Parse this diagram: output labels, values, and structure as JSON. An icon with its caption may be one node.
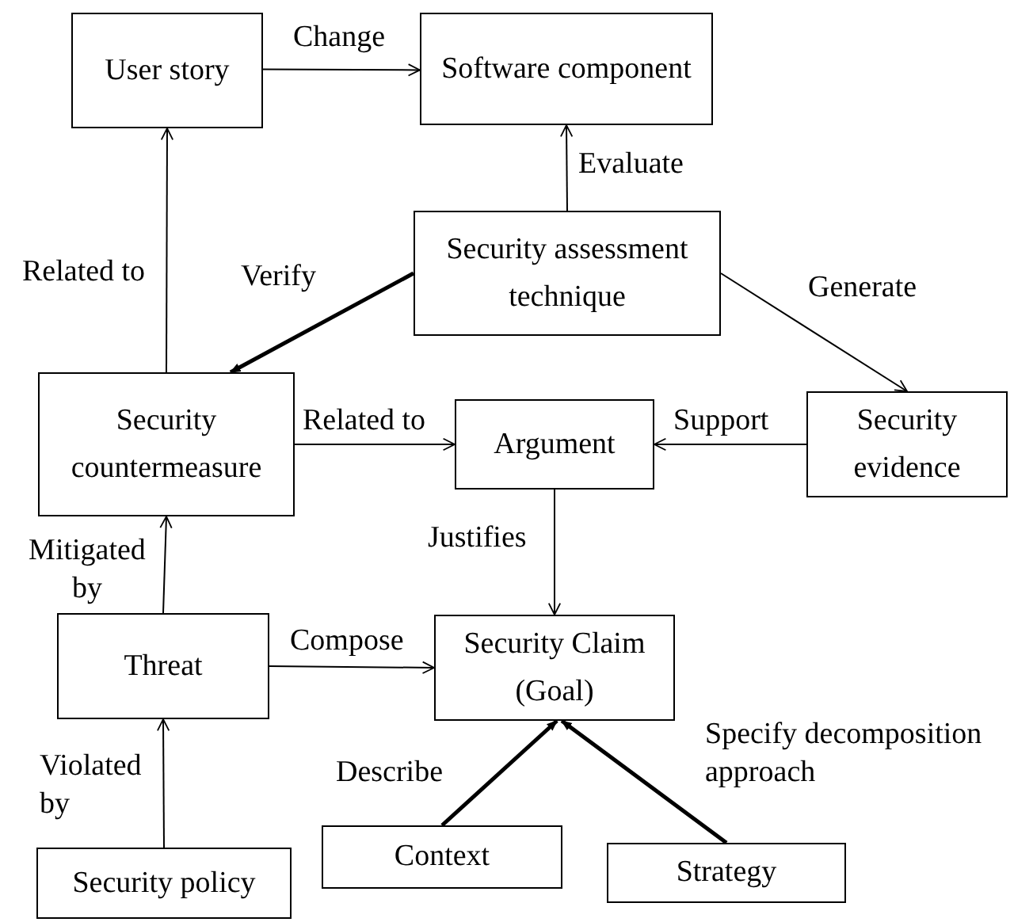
{
  "diagram": {
    "nodes": [
      {
        "text": [
          "User story"
        ]
      },
      {
        "text": [
          "Software component"
        ]
      },
      {
        "text": [
          "Security assessment technique"
        ]
      },
      {
        "text": [
          "Security countermeasure"
        ]
      },
      {
        "text": [
          "Argument"
        ]
      },
      {
        "text": [
          "Security evidence"
        ]
      },
      {
        "text": [
          "Threat"
        ]
      },
      {
        "text": [
          "Security Claim (Goal)"
        ]
      },
      {
        "text": [
          "Context"
        ]
      },
      {
        "text": [
          "Strategy"
        ]
      },
      {
        "text": [
          "Security policy"
        ]
      }
    ],
    "edges": [
      {
        "from": 0,
        "to": 1,
        "arrow": "to",
        "label": "Change"
      },
      {
        "from": 2,
        "to": 1,
        "arrow": "to",
        "label": "Evaluate"
      },
      {
        "from": 3,
        "to": 0,
        "arrow": "to",
        "label": "Related to"
      },
      {
        "from": 2,
        "to": 3,
        "arrow": "to",
        "label": "Verify",
        "style": "thick"
      },
      {
        "from": 2,
        "to": 5,
        "arrow": "to",
        "label": "Generate"
      },
      {
        "from": 3,
        "to": 4,
        "arrow": "to",
        "label": "Related to"
      },
      {
        "from": 5,
        "to": 4,
        "arrow": "to",
        "label": "Support"
      },
      {
        "from": 4,
        "to": 7,
        "arrow": "to",
        "label": "Justifies"
      },
      {
        "from": 6,
        "to": 3,
        "arrow": "to",
        "label": "Mitigated by"
      },
      {
        "from": 6,
        "to": 7,
        "arrow": "to",
        "label": "Compose"
      },
      {
        "from": 10,
        "to": 6,
        "arrow": "to",
        "label": "Violated by"
      },
      {
        "from": 8,
        "to": 7,
        "arrow": "to",
        "label": "Describe",
        "style": "thick"
      },
      {
        "from": 9,
        "to": 7,
        "arrow": "to",
        "label": "Specify decomposition approach",
        "style": "thick"
      }
    ]
  }
}
